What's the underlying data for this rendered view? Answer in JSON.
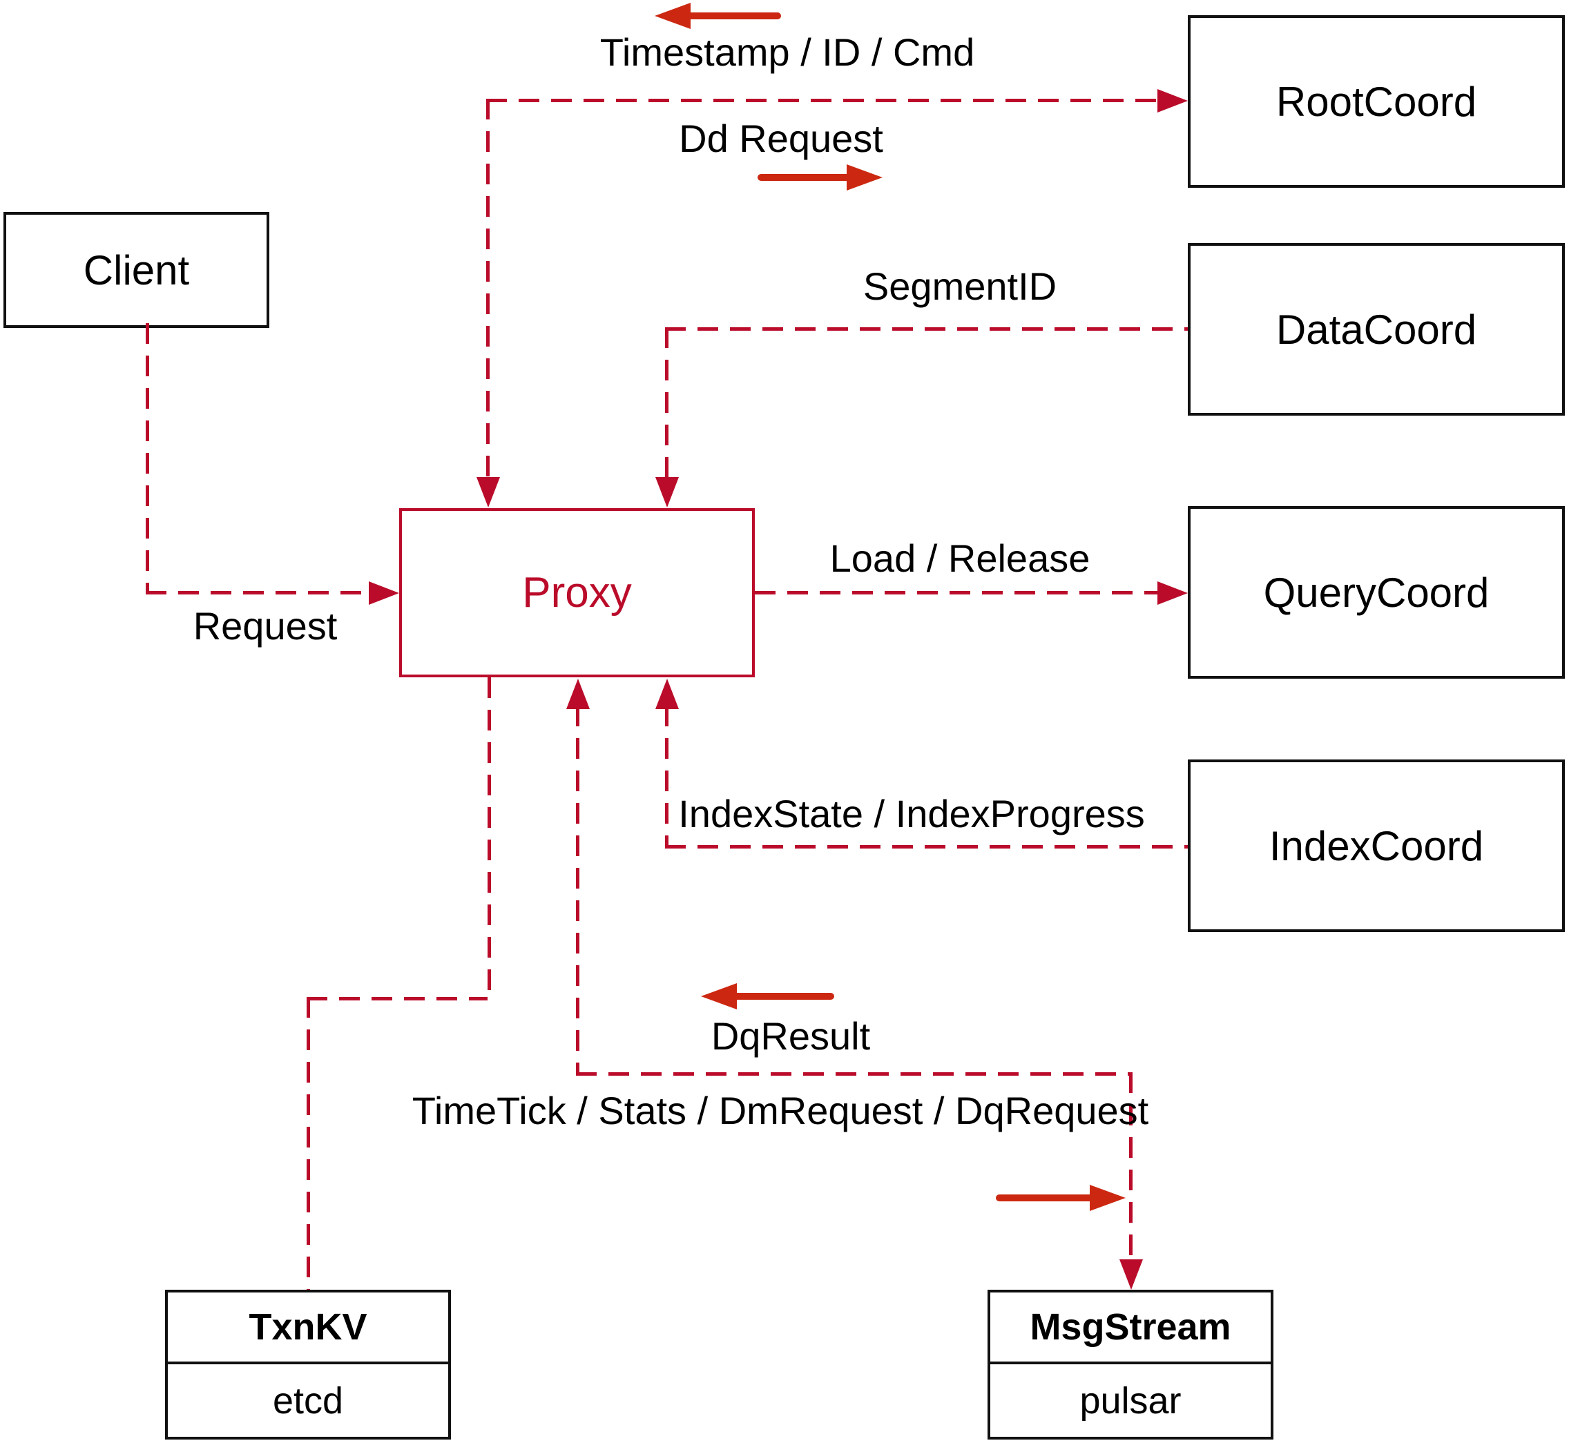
{
  "diagram": {
    "nodes": {
      "client": {
        "label": "Client"
      },
      "proxy": {
        "label": "Proxy"
      },
      "rootcoord": {
        "label": "RootCoord"
      },
      "datacoord": {
        "label": "DataCoord"
      },
      "querycoord": {
        "label": "QueryCoord"
      },
      "indexcoord": {
        "label": "IndexCoord"
      },
      "txnkv": {
        "title": "TxnKV",
        "subtitle": "etcd"
      },
      "msgstream": {
        "title": "MsgStream",
        "subtitle": "pulsar"
      }
    },
    "edge_labels": {
      "timestamp": "Timestamp / ID / Cmd",
      "dd_request": "Dd Request",
      "segment_id": "SegmentID",
      "request": "Request",
      "load_release": "Load / Release",
      "index_state": "IndexState / IndexProgress",
      "dq_result": "DqResult",
      "timetick": "TimeTick / Stats / DmRequest / DqRequest"
    },
    "colors": {
      "line_red": "#ba0c2a",
      "arrow_red": "#cc2811",
      "box_border": "#111111",
      "text": "#000000"
    }
  }
}
